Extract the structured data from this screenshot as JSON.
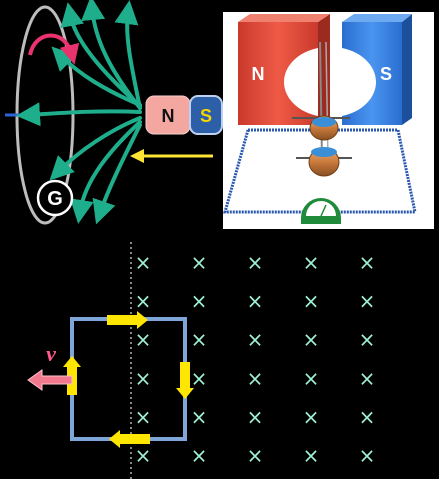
{
  "panels": {
    "coil_magnet": {
      "magnet_left_pole": "N",
      "magnet_right_pole": "S",
      "meter_label": "G",
      "colors": {
        "field_lines": "#1fae8c",
        "north_pole": "#f4a6a0",
        "south_pole": "#2d5fa8",
        "motion_arrow": "#ffe533",
        "current_arrow": "#e8336e",
        "axis_line": "#2a64d8",
        "coil": "#bdbdbd"
      }
    },
    "conductor_in_magnet": {
      "left_pole": "N",
      "right_pole": "S",
      "meter_icon": "galvanometer-icon",
      "colors": {
        "north_pole": "#e8503f",
        "south_pole": "#2f7ee0",
        "frame": "#2a58b0",
        "meter": "#1e8a3a"
      }
    },
    "loop_in_field": {
      "velocity_label": "v",
      "field_symbol": "×",
      "field_rows": 6,
      "field_cols": 5,
      "colors": {
        "field_marks": "#9ff0d8",
        "loop": "#7fa6d8",
        "current_arrows": "#ffe600",
        "velocity_arrow": "#f37a8e",
        "velocity_label": "#ff5a8a",
        "boundary": "#888888"
      }
    }
  }
}
